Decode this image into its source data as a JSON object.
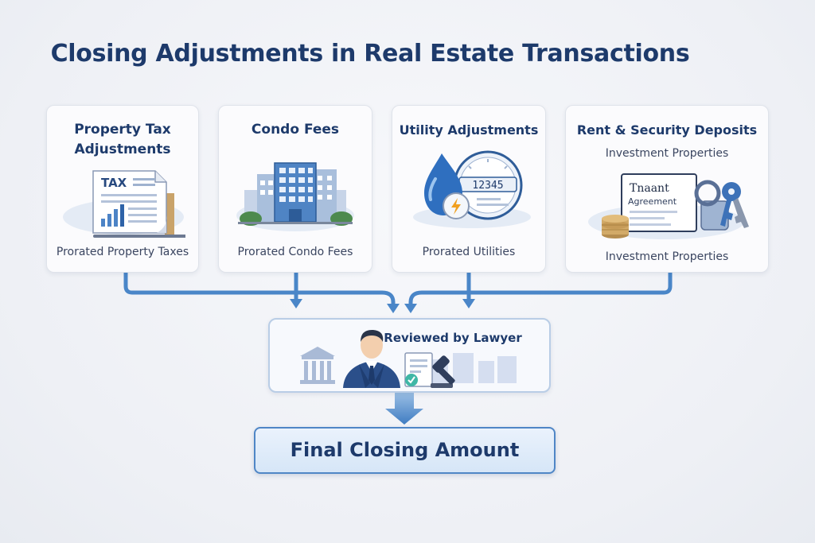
{
  "title": "Closing Adjustments in Real Estate Transactions",
  "cards": [
    {
      "title_line1": "Property Tax",
      "title_line2": "Adjustments",
      "icon_text": "TAX",
      "caption": "Prorated Property Taxes",
      "icon": "tax-document-icon"
    },
    {
      "title_line1": "Condo Fees",
      "caption": "Prorated Condo Fees",
      "icon": "condo-building-icon"
    },
    {
      "title_line1": "Utility Adjustments",
      "icon_text": "12345",
      "caption": "Prorated Utilities",
      "icon": "water-drop-meter-icon"
    },
    {
      "title_line1": "Rent & Security Deposits",
      "subtitle": "Investment Properties",
      "icon_text_line1": "Tnaant",
      "icon_text_line2": "Agreement",
      "caption": "Investment Properties",
      "icon": "lease-keys-icon"
    }
  ],
  "review": {
    "title": "Reviewed by Lawyer",
    "icon": "lawyer-icon"
  },
  "final": {
    "label": "Final Closing Amount"
  },
  "colors": {
    "title": "#1d3a6b",
    "connector": "#4a86c8",
    "card_border": "#dfe3ea"
  }
}
